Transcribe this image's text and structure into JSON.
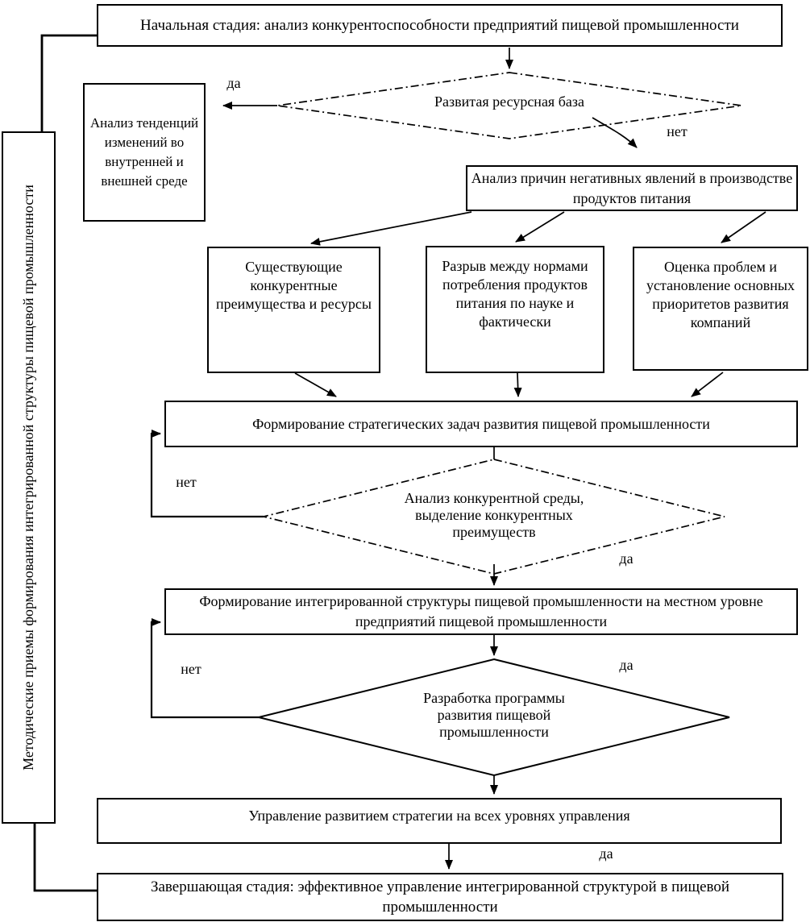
{
  "diagram": {
    "sidebar_label": "Методические приемы формирования интегрированной структуры  пищевой промышленности",
    "nodes": {
      "start": "Начальная стадия: анализ конкурентоспособности предприятий пищевой промышленности",
      "resource_decision": "Развитая ресурсная база",
      "trends": "Анализ тенденций изменений во внутренней и внешней среде",
      "causes": "Анализ причин негативных явлений в производстве продуктов питания",
      "advantages": "Существующие конкурентные преимущества и ресурсы",
      "gap": "Разрыв между нормами потребления продуктов питания по науке и фактически",
      "problems": "Оценка проблем и установление основных приоритетов развития компаний",
      "tasks": "Формирование стратегических задач развития пищевой промышленности",
      "competitive_decision": "Анализ конкурентной среды, выделение конкурентных преимуществ",
      "integration": "Формирование интегрированной структуры пищевой промышленности на местном уровне предприятий пищевой промышленности",
      "program_decision": "Разработка программы развития пищевой промышленности",
      "management": "Управление развитием стратегии на всех уровнях управления",
      "final": "Завершающая стадия: эффективное управление интегрированной структурой в пищевой промышленности"
    },
    "edge_labels": {
      "resource_yes": "да",
      "resource_no": "нет",
      "competitive_no": "нет",
      "competitive_yes": "да",
      "program_no": "нет",
      "program_yes": "да",
      "final_yes": "да"
    },
    "colors": {
      "line": "#000000",
      "background": "#ffffff",
      "text": "#000000"
    }
  }
}
